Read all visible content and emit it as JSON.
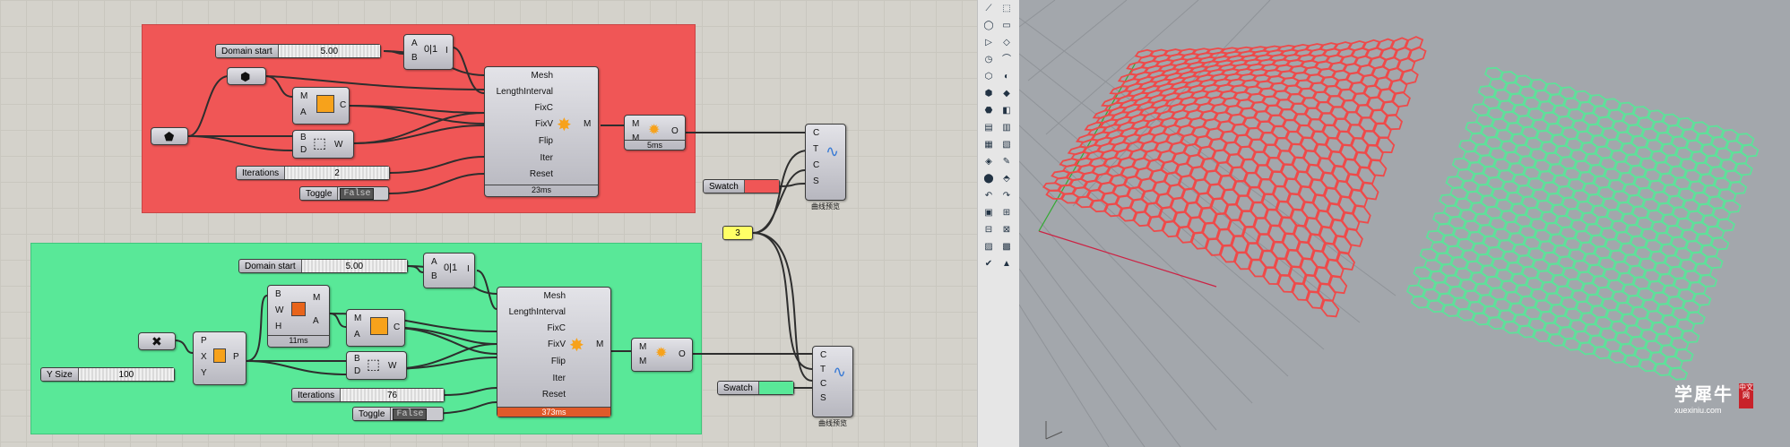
{
  "red_group": {
    "domain_start": {
      "label": "Domain start",
      "value": "5.00"
    },
    "iterations": {
      "label": "Iterations",
      "value": "2"
    },
    "toggle": {
      "label": "Toggle",
      "value": "False"
    },
    "kangaroo": {
      "inputs": [
        "Mesh",
        "LengthInterval",
        "FixC",
        "FixV",
        "Flip",
        "Iter",
        "Reset"
      ],
      "output": "M",
      "timer": "23ms"
    },
    "weld_timer": "5ms"
  },
  "green_group": {
    "domain_start": {
      "label": "Domain start",
      "value": "5.00"
    },
    "iterations": {
      "label": "Iterations",
      "value": "76"
    },
    "toggle": {
      "label": "Toggle",
      "value": "False"
    },
    "y_size": {
      "label": "Y Size",
      "value": "100"
    },
    "kangaroo": {
      "inputs": [
        "Mesh",
        "LengthInterval",
        "FixC",
        "FixV",
        "Flip",
        "Iter",
        "Reset"
      ],
      "output": "M",
      "timer": "373ms"
    },
    "plane_timer": "11ms"
  },
  "swatch_label": "Swatch",
  "panel_value": "3",
  "preview_caption": "曲线预览",
  "colors": {
    "red_group": "#f05656",
    "green_group": "#59e898",
    "red_mesh": "#ee4a4a",
    "green_mesh": "#5fe09a",
    "viewport_bg": "#a3a7ac"
  },
  "logo": {
    "main": "学犀牛",
    "sub": "xuexiniu.com",
    "badge": "中文网"
  }
}
